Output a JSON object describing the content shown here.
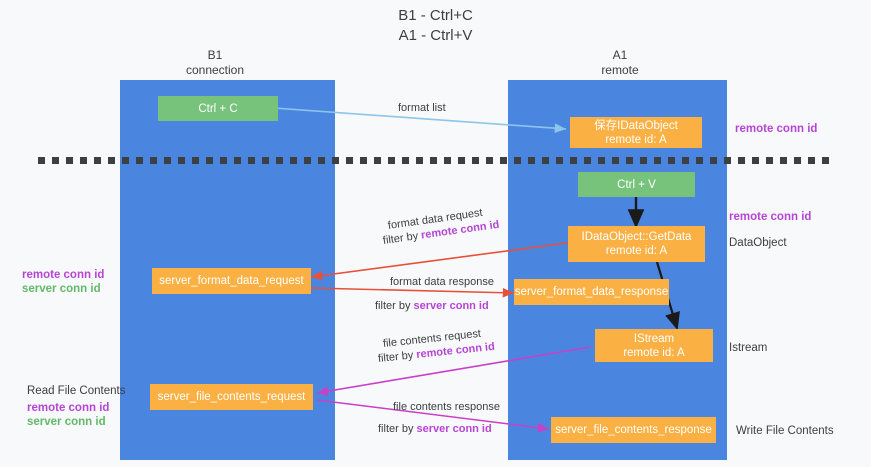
{
  "title": {
    "line1": "B1 - Ctrl+C",
    "line2": "A1 - Ctrl+V"
  },
  "columns": [
    {
      "name": "B1",
      "sub": "connection"
    },
    {
      "name": "A1",
      "sub": "remote"
    }
  ],
  "boxes": {
    "ctrl_c": {
      "label": "Ctrl + C"
    },
    "ctrl_v": {
      "label": "Ctrl + V"
    },
    "save_idataobject": {
      "line1": "保存IDataObject",
      "line2": "remote id: A"
    },
    "getdata": {
      "line1": "IDataObject::GetData",
      "line2": "remote id: A"
    },
    "istream": {
      "line1": "IStream",
      "line2": "remote id: A"
    },
    "server_format_data_request": {
      "label": "server_format_data_request"
    },
    "server_format_data_response": {
      "label": "server_format_data_response"
    },
    "server_file_contents_request": {
      "label": "server_file_contents_request"
    },
    "server_file_contents_response": {
      "label": "server_file_contents_response"
    }
  },
  "edge_labels": {
    "format_list": "format list",
    "format_data_request": "format data request",
    "format_data_request_filter_prefix": "filter by ",
    "format_data_request_filter_key": "remote conn id",
    "format_data_response": "format data response",
    "format_data_response_filter_prefix": "filter by ",
    "format_data_response_filter_key": "server conn id",
    "file_contents_request": "file contents request",
    "file_contents_request_filter_prefix": "filter by ",
    "file_contents_request_filter_key": "remote conn id",
    "file_contents_response": "file contents response",
    "file_contents_response_filter_prefix": "filter by ",
    "file_contents_response_filter_key": "server conn id"
  },
  "annotations": {
    "right_remote_conn_id_top": "remote conn id",
    "right_remote_conn_id_mid": "remote conn id",
    "right_dataobject": "DataObject",
    "right_istream": "Istream",
    "right_write_file_contents": "Write File Contents",
    "left_remote_conn_id_mid": "remote conn id",
    "left_server_conn_id_mid": "server conn id",
    "left_read_file_contents": "Read File Contents",
    "left_remote_conn_id_bottom": "remote conn id",
    "left_server_conn_id_bottom": "server conn id"
  },
  "colors": {
    "lane": "#4a86e0",
    "green_box": "#78c37c",
    "orange_box": "#fbb043",
    "purple_text": "#b645d6",
    "green_text": "#63b96a",
    "blue_arrow": "#8ec5ea",
    "red_arrow": "#e8503a",
    "magenta_arrow": "#c840c8",
    "black_arrow": "#1a1a1a",
    "background": "#f8f9fa"
  }
}
